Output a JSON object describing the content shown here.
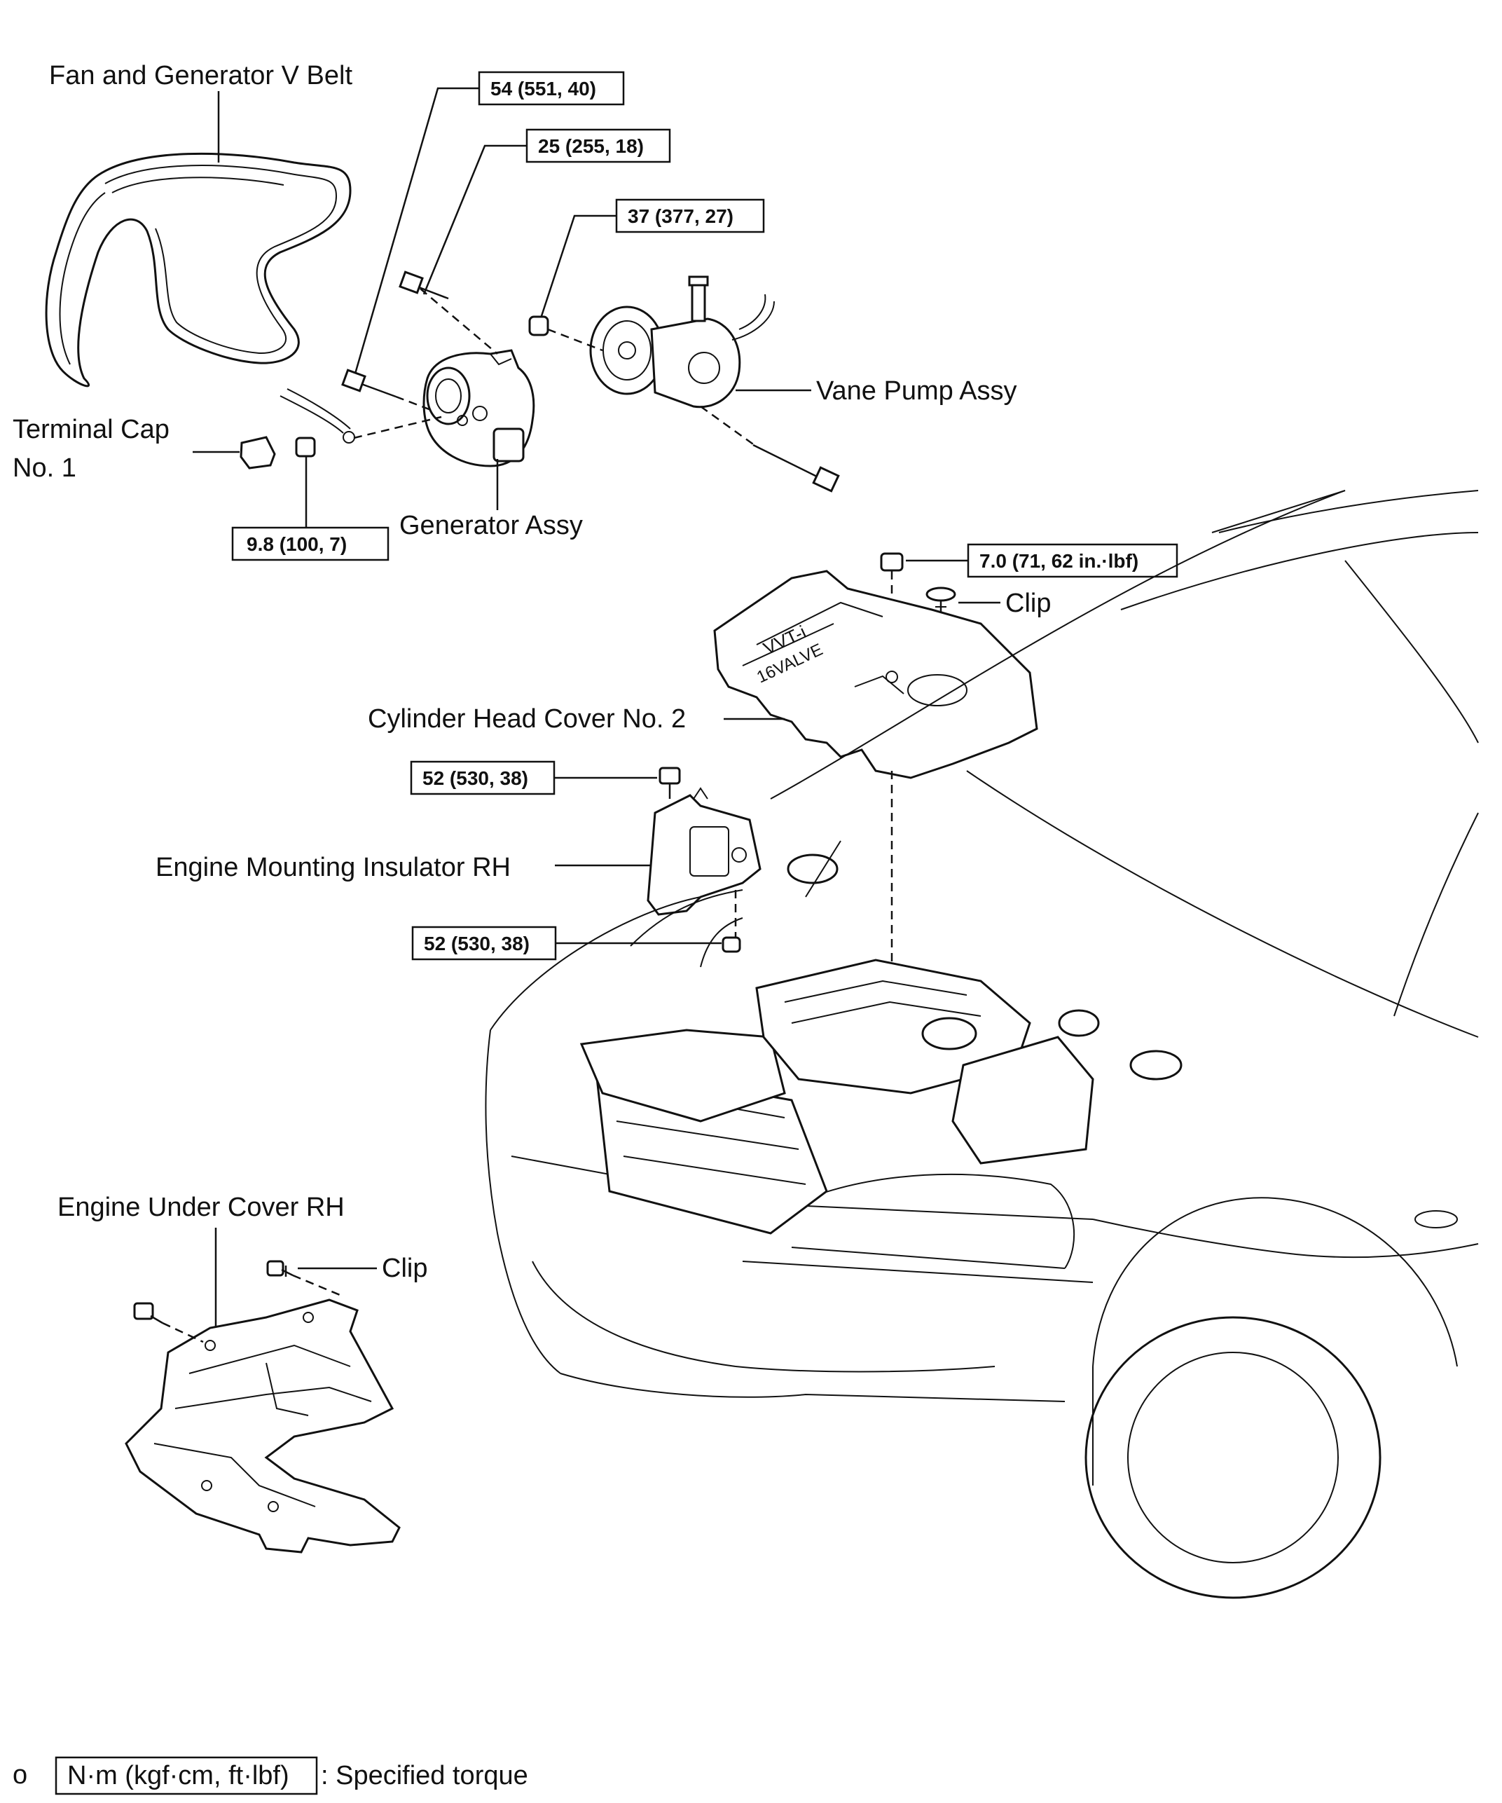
{
  "labels": {
    "fan_belt": "Fan and Generator V Belt",
    "terminal_cap_1": "Terminal Cap",
    "terminal_cap_2": "No. 1",
    "generator": "Generator Assy",
    "vane_pump": "Vane Pump Assy",
    "clip_top": "Clip",
    "cyl_head_cover": "Cylinder Head Cover No. 2",
    "engine_mount": "Engine Mounting Insulator RH",
    "under_cover": "Engine Under Cover RH",
    "clip_bottom": "Clip"
  },
  "torques": {
    "t54": "54 (551, 40)",
    "t25": "25 (255, 18)",
    "t37": "37 (377, 27)",
    "t98": "9.8 (100, 7)",
    "t70": "7.0 (71, 62 in.·lbf)",
    "t52a": "52 (530, 38)",
    "t52b": "52 (530, 38)"
  },
  "legend": {
    "marker": "o",
    "unit": "N·m (kgf·cm, ft·lbf)",
    "text": ": Specified torque"
  }
}
